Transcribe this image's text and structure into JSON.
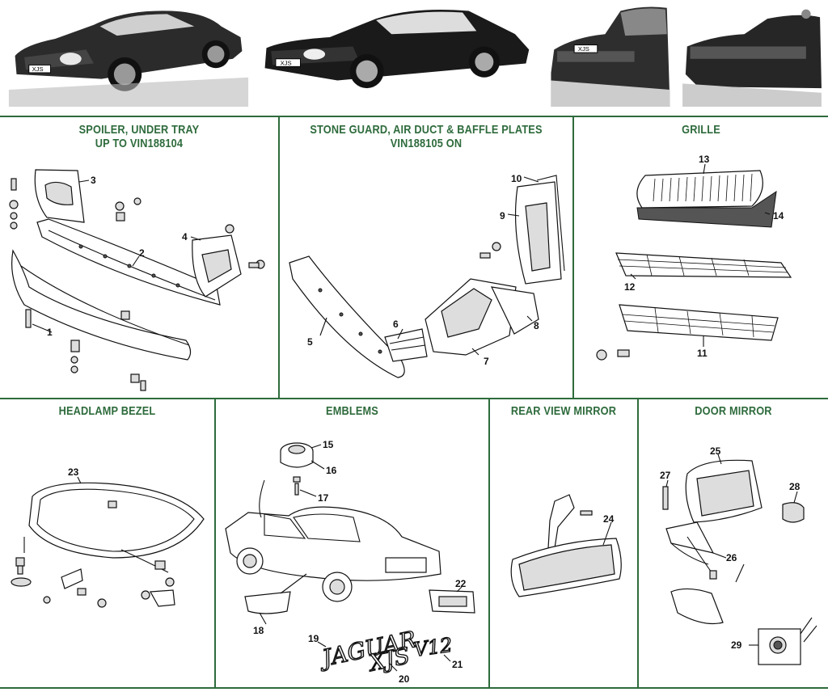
{
  "photos": [
    {
      "name": "xjs-coupe-front",
      "plate": "XJS"
    },
    {
      "name": "xjs-convertible-front",
      "plate": "XJS"
    },
    {
      "name": "xjs-coupe-rear",
      "plate": "XJS"
    },
    {
      "name": "xjs-convertible-rear",
      "plate": ""
    }
  ],
  "colors": {
    "accent": "#2e6b3c",
    "line": "#111111"
  },
  "panels": {
    "spoiler": {
      "title_line1": "SPOILER, UNDER TRAY",
      "title_line2": "UP TO VIN188104",
      "callouts": [
        "3",
        "4",
        "2",
        "1"
      ]
    },
    "stone_guard": {
      "title_line1": "STONE GUARD, AIR DUCT & BAFFLE PLATES",
      "title_line2": "VIN188105 ON",
      "callouts": [
        "10",
        "9",
        "5",
        "6",
        "8",
        "7"
      ]
    },
    "grille": {
      "title": "GRILLE",
      "callouts": [
        "13",
        "14",
        "12",
        "11"
      ]
    },
    "headlamp": {
      "title": "HEADLAMP BEZEL",
      "callouts": [
        "23"
      ]
    },
    "emblems": {
      "title": "EMBLEMS",
      "callouts": [
        "15",
        "16",
        "17",
        "18",
        "22",
        "19",
        "20",
        "21"
      ],
      "badge_text_1": "JAGUAR",
      "badge_text_2": "XJS",
      "badge_text_3": "V12"
    },
    "rear_mirror": {
      "title": "REAR VIEW MIRROR",
      "callouts": [
        "24"
      ]
    },
    "door_mirror": {
      "title": "DOOR MIRROR",
      "callouts": [
        "25",
        "27",
        "28",
        "26",
        "29"
      ]
    }
  }
}
